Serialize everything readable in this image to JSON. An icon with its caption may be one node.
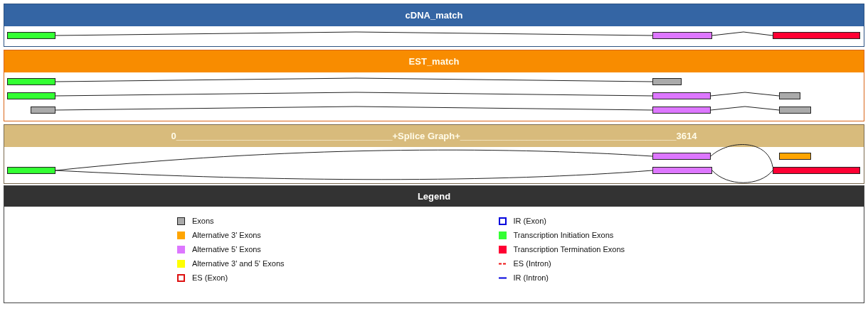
{
  "diagram": {
    "nodes": [
      {
        "text": [
          "cDNA_match"
        ]
      },
      {
        "text": [],
        "shape": "box",
        "in": 0
      },
      {
        "text": [],
        "shape": "box",
        "in": 0
      },
      {
        "text": [],
        "shape": "box",
        "in": 0
      },
      {
        "text": [
          "EST_match"
        ]
      },
      {
        "text": [],
        "shape": "box",
        "in": 4
      },
      {
        "text": [],
        "shape": "box",
        "in": 4
      },
      {
        "text": [],
        "shape": "box",
        "in": 4
      },
      {
        "text": [],
        "shape": "box",
        "in": 4
      },
      {
        "text": [],
        "shape": "box",
        "in": 4
      },
      {
        "text": [],
        "shape": "box",
        "in": 4
      },
      {
        "text": [],
        "shape": "box",
        "in": 4
      },
      {
        "text": [],
        "shape": "box",
        "in": 4
      },
      {
        "text": [
          "0__________________________________________+Splice Graph+__________________________________________3614"
        ]
      },
      {
        "text": [],
        "shape": "box",
        "in": 13
      },
      {
        "text": [],
        "shape": "box",
        "in": 13
      },
      {
        "text": [],
        "shape": "box",
        "in": 13
      },
      {
        "text": [],
        "shape": "box",
        "in": 13
      },
      {
        "text": [],
        "shape": "box",
        "in": 13
      },
      {
        "text": [
          "Legend"
        ]
      }
    ],
    "edges": [
      {
        "from": 1,
        "to": 2,
        "arrow": "none"
      },
      {
        "from": 2,
        "to": 3,
        "arrow": "none"
      },
      {
        "from": 5,
        "to": 6,
        "arrow": "none"
      },
      {
        "from": 7,
        "to": 8,
        "arrow": "none"
      },
      {
        "from": 8,
        "to": 9,
        "arrow": "none"
      },
      {
        "from": 10,
        "to": 11,
        "arrow": "none"
      },
      {
        "from": 11,
        "to": 12,
        "arrow": "none"
      },
      {
        "from": 16,
        "to": 14,
        "arrow": "none"
      },
      {
        "from": 16,
        "to": 17,
        "arrow": "none"
      },
      {
        "from": 14,
        "to": 18,
        "arrow": "none"
      },
      {
        "from": 17,
        "to": 18,
        "arrow": "none"
      }
    ],
    "legend": [
      {
        "text": "Exons",
        "color": "#aaaaaa"
      },
      {
        "text": "Alternative 3' Exons",
        "color": "#ffa500"
      },
      {
        "text": "Alternative 5' Exons",
        "color": "#dd77ff"
      },
      {
        "text": "Alternative 3' and 5' Exons",
        "color": "#ffff00"
      },
      {
        "text": "ES (Exon)"
      },
      {
        "text": "IR (Exon)"
      },
      {
        "text": "Transcription Initiation Exons",
        "color": "#33ff33"
      },
      {
        "text": "Transcription Termination Exons",
        "color": "#ff0033"
      },
      {
        "text": "ES (Intron)"
      },
      {
        "text": "IR (Intron)"
      }
    ]
  }
}
